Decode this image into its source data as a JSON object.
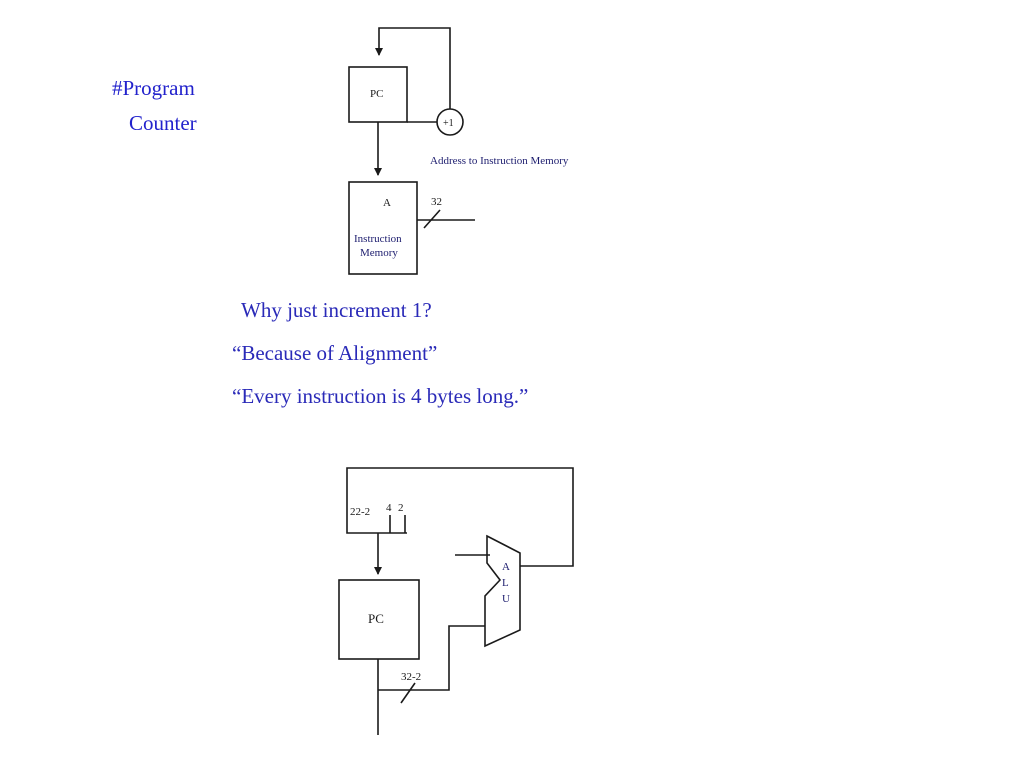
{
  "heading": {
    "line1": "#Program",
    "line2": "Counter"
  },
  "notes": [
    "Why just increment 1?",
    "“Because of Alignment”",
    "“Every instruction is 4 bytes long.”"
  ],
  "diagram1": {
    "pc_label": "PC",
    "adder_label": "+1",
    "address_label": "Address to Instruction Memory",
    "mem_port_label": "A",
    "mem_label_line1": "Instruction",
    "mem_label_line2": "Memory",
    "bus_width": "32"
  },
  "diagram2": {
    "pc_label": "PC",
    "upper_bits_label": "22-2",
    "const_label_4": "4",
    "const_label_2": "2",
    "alu_label_a": "A",
    "alu_label_l": "L",
    "alu_label_u": "U",
    "bus_width": "32-2"
  },
  "colors": {
    "ink": "#1a1a1a",
    "blue_text": "#2222cc",
    "label_blue": "#1c1c6e"
  }
}
